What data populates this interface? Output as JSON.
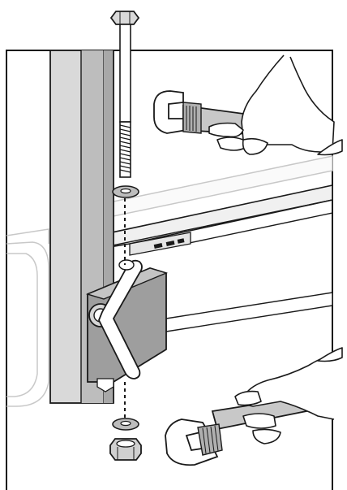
{
  "illustration": {
    "kind": "assembly-instruction",
    "colors": {
      "line": "#1a1a1a",
      "panel_outline": "#111111",
      "metal_light": "#d9d9d9",
      "metal_mid": "#bdbdbd",
      "metal_dark": "#8c8c8c",
      "ghost": "#c8c8c8",
      "hand": "#ffffff"
    },
    "parts": [
      {
        "name": "hex-bolt",
        "icon": "hex-bolt-icon"
      },
      {
        "name": "upper-washer",
        "icon": "washer-icon"
      },
      {
        "name": "lower-washer",
        "icon": "washer-icon"
      },
      {
        "name": "hex-nut",
        "icon": "hex-nut-icon"
      }
    ],
    "tools": [
      {
        "name": "upper-adjustable-wrench",
        "icon": "adjustable-wrench-icon"
      },
      {
        "name": "lower-adjustable-wrench",
        "icon": "adjustable-wrench-icon"
      }
    ]
  }
}
